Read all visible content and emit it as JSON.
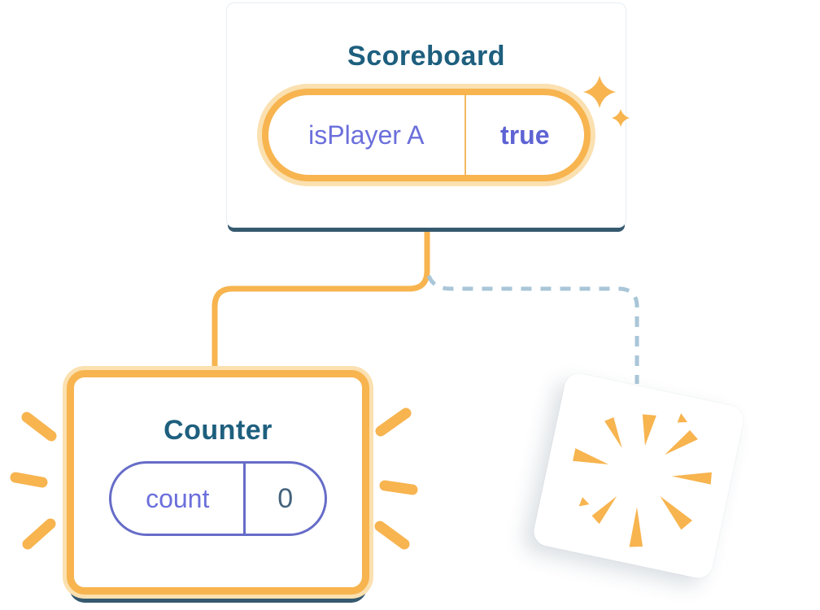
{
  "scoreboard": {
    "title": "Scoreboard",
    "state": {
      "key": "isPlayer A",
      "value": "true"
    }
  },
  "counter": {
    "title": "Counter",
    "state": {
      "key": "count",
      "value": "0"
    }
  },
  "icons": {
    "sparkles": "sparkles-icon",
    "poof": "poof-icon",
    "emphasis_rays": "emphasis-rays-icon"
  },
  "colors": {
    "card_edge_dark": "#35596E",
    "title_text": "#1E5F7E",
    "accent_orange": "#F7B44F",
    "accent_orange_halo": "#FBE0B0",
    "state_key_purple": "#6B6FDB",
    "state_value_purple_bold": "#5E63D4",
    "counter_pill_border": "#666CC8",
    "state_value_dark": "#44627C",
    "dashed_edge_blue": "#A9C6D8"
  }
}
